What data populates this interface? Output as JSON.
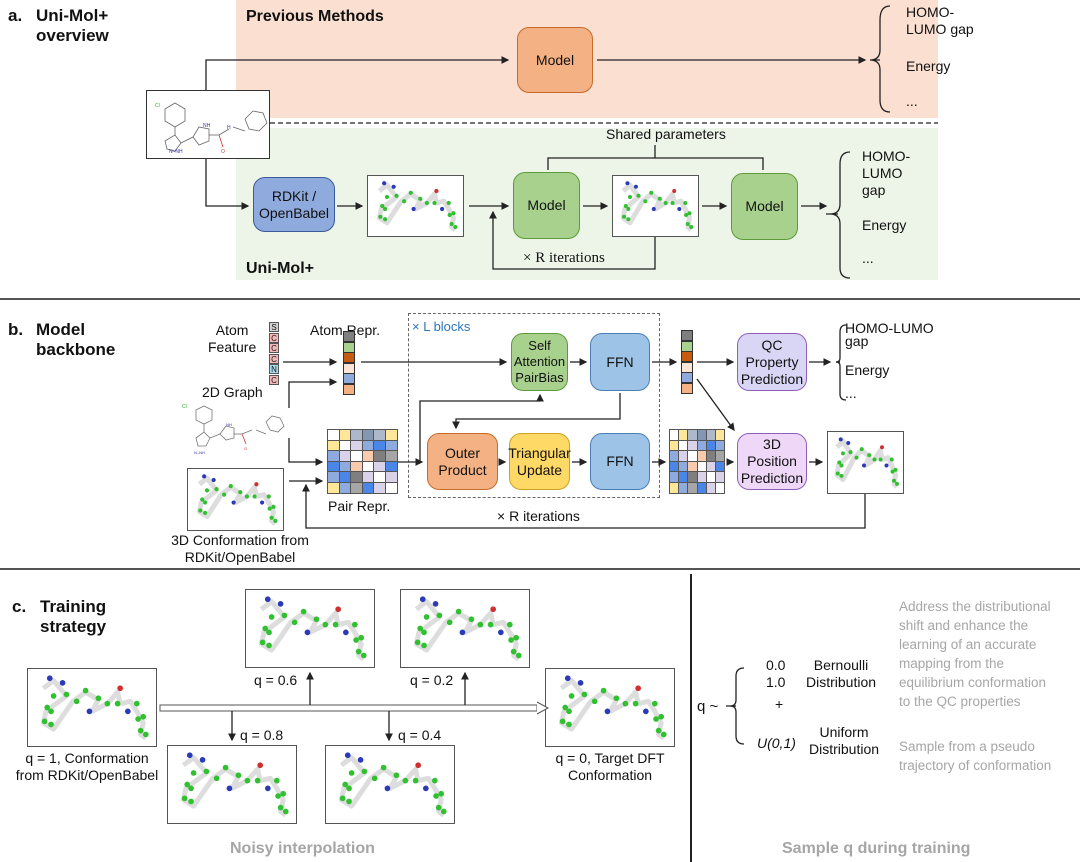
{
  "panel_a": {
    "label_letter": "a.",
    "label_line1": "Uni-Mol+",
    "label_line2": "overview",
    "previous_methods_title": "Previous Methods",
    "prev_model_label": "Model",
    "prev_outputs": [
      "HOMO-",
      "LUMO gap",
      "Energy",
      "..."
    ],
    "shared_parameters": "Shared parameters",
    "rdkit_label_line1": "RDKit /",
    "rdkit_label_line2": "OpenBabel",
    "model1_label": "Model",
    "model2_label": "Model",
    "iterations_label": "× R  iterations",
    "unimol_title": "Uni-Mol+",
    "outputs": [
      "HOMO-",
      "LUMO",
      "gap",
      "Energy",
      "..."
    ]
  },
  "panel_b": {
    "label_letter": "b.",
    "label_line1": "Model",
    "label_line2": "backbone",
    "atom_feature_line1": "Atom",
    "atom_feature_line2": "Feature",
    "atom_feature_letters": [
      "S",
      "C",
      "C",
      "C",
      "N",
      "C"
    ],
    "atom_repr_label": "Atom Repr.",
    "graph_label": "2D Graph",
    "conf_label_line1": "3D Conformation from",
    "conf_label_line2": "RDKit/OpenBabel",
    "pair_repr_label": "Pair Repr.",
    "blocks_label": "× L blocks",
    "self_attention_line1": "Self",
    "self_attention_line2": "Attention",
    "self_attention_line3": "PairBias",
    "ffn_top": "FFN",
    "outer_product_line1": "Outer",
    "outer_product_line2": "Product",
    "triangular_line1": "Triangular",
    "triangular_line2": "Update",
    "ffn_bottom": "FFN",
    "qc_line1": "QC Property",
    "qc_line2": "Prediction",
    "pos_line1": "3D Position",
    "pos_line2": "Prediction",
    "outputs": [
      "HOMO-LUMO",
      "gap",
      "Energy",
      "..."
    ],
    "iterations_label": "× R iterations"
  },
  "panel_c": {
    "label_letter": "c.",
    "label_line1": "Training",
    "label_line2": "strategy",
    "q1_line1": "q = 1, Conformation",
    "q1_line2": "from RDKit/OpenBabel",
    "q08": "q = 0.8",
    "q06": "q = 0.6",
    "q04": "q = 0.4",
    "q02": "q = 0.2",
    "q0_line1": "q = 0, Target DFT",
    "q0_line2": "Conformation",
    "noisy_interpolation": "Noisy interpolation",
    "q_tilde": "q ~",
    "bern_vals": [
      "0.0",
      "1.0"
    ],
    "bern_line1": "Bernoulli",
    "bern_line2": "Distribution",
    "plus": "+",
    "uniform_val": "U(0,1)",
    "uniform_line1": "Uniform",
    "uniform_line2": "Distribution",
    "bern_desc": [
      "Address the distributional",
      "shift and enhance the",
      "learning of an accurate",
      "mapping from the",
      "equilibrium conformation",
      "to the QC properties"
    ],
    "uniform_desc": [
      "Sample from a pseudo",
      "trajectory of conformation"
    ],
    "sample_title": "Sample q during training"
  },
  "colors": {
    "prev_bg": "#fbe0d2",
    "unimol_bg": "#edf5e8",
    "atom_repr": [
      "#7f7f7f",
      "#a9d18e",
      "#c55a11",
      "#fbe5d6",
      "#8faadc",
      "#f4b183"
    ],
    "pair_matrix": [
      [
        "#ffffff",
        "#ffe699",
        "#adb9ca",
        "#8497b0",
        "#adb9ca",
        "#ffe699"
      ],
      [
        "#ffe699",
        "#ffffff",
        "#d9d2e9",
        "#8faadc",
        "#4a86e8",
        "#8faadc"
      ],
      [
        "#8faadc",
        "#d9d2e9",
        "#ffffff",
        "#f8cbad",
        "#7f7f7f",
        "#a6a6a6"
      ],
      [
        "#4a86e8",
        "#8faadc",
        "#f8cbad",
        "#ffffff",
        "#d9d2e9",
        "#4a86e8"
      ],
      [
        "#8faadc",
        "#4a86e8",
        "#7f7f7f",
        "#d9d2e9",
        "#ffffff",
        "#d9d2e9"
      ],
      [
        "#ffe699",
        "#8faadc",
        "#a6a6a6",
        "#4a86e8",
        "#d9d2e9",
        "#ffffff"
      ]
    ],
    "feature_colors": [
      "#d0d0d0",
      "#f4b8b8",
      "#f4b8b8",
      "#f4b8b8",
      "#a8dcef",
      "#f4b8b8"
    ]
  }
}
